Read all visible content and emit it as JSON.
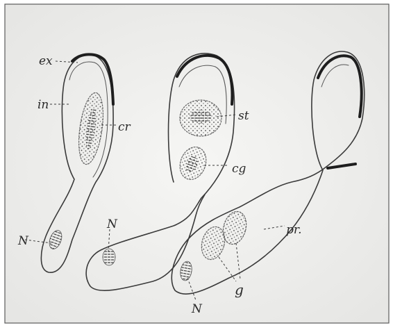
{
  "figure": {
    "labels": {
      "ex": "ex",
      "in": "in",
      "cr": "cr",
      "st": "st",
      "cg": "cg",
      "pr": "pr.",
      "n1": "N",
      "n2": "N",
      "n3": "N",
      "g": "g"
    },
    "colors": {
      "paper": "#f1f1ef",
      "ink": "#3a3a3a",
      "wall": "#1e1e1e",
      "border": "#5a5a5a"
    }
  }
}
